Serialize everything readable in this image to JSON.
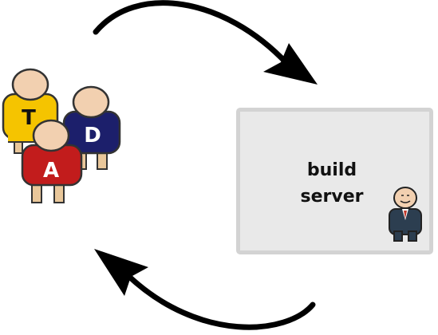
{
  "server": {
    "label_line1": "build",
    "label_line2": "server",
    "box_fill": "#e9e9e9",
    "box_border": "#d3d3d3"
  },
  "team": [
    {
      "letter": "T",
      "shirt": "#f5c400"
    },
    {
      "letter": "D",
      "shirt": "#1c1f6b"
    },
    {
      "letter": "A",
      "shirt": "#c21c1c"
    }
  ],
  "colors": {
    "skin": "#f2d0b0",
    "trousers": "#e9c79a",
    "suit": "#2c3e50",
    "tie": "#c0392b",
    "arrow": "#000000"
  },
  "icons": [
    "arrow-to-server",
    "arrow-from-server",
    "developer-figure",
    "butler-figure"
  ]
}
